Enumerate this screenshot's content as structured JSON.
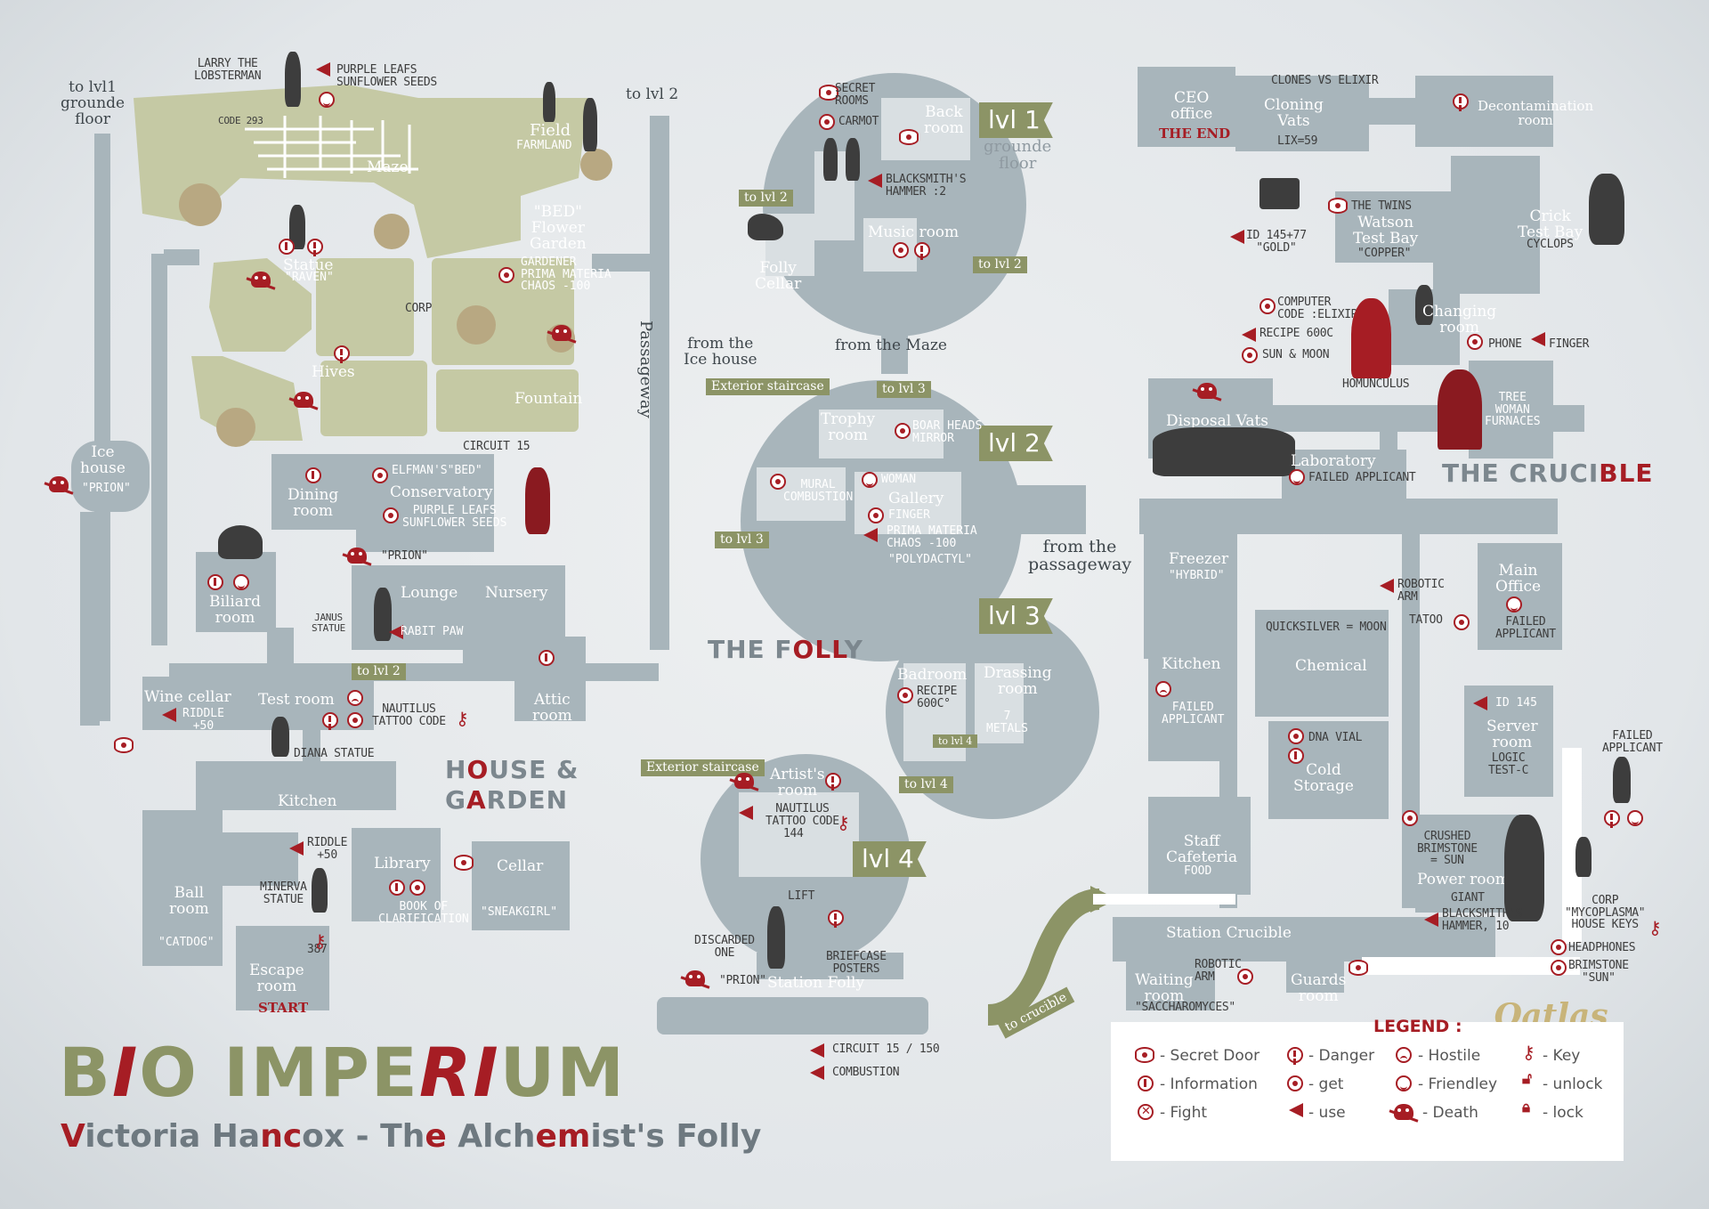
{
  "title": {
    "part1": "B",
    "part2": "I",
    "part3": "O IMPE",
    "part4": "RI",
    "part5": "UM"
  },
  "subtitle": {
    "a": "V",
    "b": "ictoria Ha",
    "c": "nc",
    "d": "ox - Th",
    "e": "e",
    "f": " Alch",
    "g": "em",
    "h": "ist's Folly"
  },
  "logo": "Qatlas",
  "sections": {
    "house": {
      "a": "H",
      "b": "O",
      "c": "USE &",
      "d": "G",
      "e": "A",
      "f": "RDEN"
    },
    "folly": {
      "a": "THE F",
      "b": "OLL",
      "c": "Y"
    },
    "crucible": {
      "a": "TH",
      "b": "E CRUCI",
      "c": "BLE"
    }
  },
  "levels": {
    "l1": "lvl 1",
    "l1sub": "grounde\nfloor",
    "l2": "lvl 2",
    "l3": "lvl 3",
    "l4": "lvl 4"
  },
  "house": {
    "to_lvl1": "to lvl1\ngrounde\nfloor",
    "to_lvl2": "to lvl 2",
    "larry": "LARRY THE\nLOBSTERMAN",
    "larry_items": "PURPLE LEAFS\nSUNFLOWER SEEDS",
    "code": "CODE 293",
    "maze": "Maze",
    "field": "Field",
    "farmland": "FARMLAND",
    "bed": "\"BED\"\nFlower\nGarden",
    "gardener": "GARDENER\nPRIMA MATERIA\nCHAOS -100",
    "statue": "Statue",
    "raven": "\"RAVEN\"",
    "corp": "CORP",
    "hives": "Hives",
    "fountain": "Fountain",
    "passageway": "Passageway",
    "ice_house": "Ice\nhouse",
    "prion": "\"PRION\"",
    "circuit": "CIRCUIT 15",
    "dining": "Dining\nroom",
    "elfman": "ELFMAN'S\"BED\"",
    "conservatory": "Conservatory",
    "conserv_items": "PURPLE LEAFS\nSUNFLOWER SEEDS",
    "prion2": "\"PRION\"",
    "biliard": "Biliard\nroom",
    "lounge": "Lounge",
    "rabit": "RABIT PAW",
    "nursery": "Nursery",
    "janus": "JANUS\nSTATUE",
    "to_lvl2b": "to lvl 2",
    "attic": "Attic\nroom",
    "wine": "Wine cellar",
    "riddle50": "RIDDLE\n+50",
    "test": "Test room",
    "nautilus": "NAUTILUS\nTATTOO CODE",
    "diana": "DIANA STATUE",
    "kitchen": "Kitchen",
    "riddle50b": "RIDDLE\n+50",
    "ball": "Ball\nroom",
    "catdog": "\"CATDOG\"",
    "minerva": "MINERVA\nSTATUE",
    "library": "Library",
    "book": "BOOK OF\nCLARIFICATION",
    "cellar": "Cellar",
    "sneakgirl": "\"SNEAKGIRL\"",
    "num387": "387",
    "escape": "Escape\nroom",
    "start": "START"
  },
  "folly": {
    "secret_rooms": "SECRET\nROOMS",
    "carmot": "CARMOT",
    "back_room": "Back\nroom",
    "blacksmith": "BLACKSMITH'S\nHAMMER :2",
    "to_lvl2": "to lvl 2",
    "music": "Music room",
    "to_lvl2r": "to lvl 2",
    "folly_cellar": "Folly\nCellar",
    "from_ice": "from the\nIce house",
    "from_maze": "from the Maze",
    "ext_stair": "Exterior\nstaircase",
    "to_lvl3": "to lvl 3",
    "trophy": "Trophy\nroom",
    "boar": "BOAR HEADS\nMIRROR",
    "mural": "MURAL\nCOMBUSTION",
    "woman": "WOMAN",
    "gallery": "Gallery",
    "finger": "FINGER",
    "prima": "PRIMA MATERIA\nCHAOS -100",
    "polydactyl": "\"POLYDACTYL\"",
    "to_lvl3b": "to lvl 3",
    "from_pass": "from the\npassageway",
    "badroom": "Badroom",
    "recipe": "RECIPE\n600C°",
    "drassing": "Drassing\nroom",
    "metals": "7\nMETALS",
    "to_lvl4": "to\nlvl 4",
    "to_lvl4b": "to lvl 4",
    "ext_stair2": "Exterior\nstaircase",
    "artist": "Artist's\nroom",
    "nautilus": "NAUTILUS\nTATTOO CODE",
    "n144": "144",
    "lift": "LIFT",
    "discarded": "DISCARDED\nONE",
    "briefcase": "BRIEFCASE\nPOSTERS",
    "prion": "\"PRION\"",
    "station": "Station Folly",
    "circuit": "CIRCUIT 15 / 150",
    "combustion": "COMBUSTION",
    "to_crucible": "to crucible"
  },
  "crucible": {
    "ceo": "CEO\noffice",
    "the_end": "THE END",
    "clones": "CLONES VS ELIXIR",
    "cloning": "Cloning\nVats",
    "lix": "LIX=59",
    "decon": "Decontamination\nroom",
    "id14577": "ID 145+77\n\"GOLD\"",
    "twins": "THE TWINS",
    "watson": "Watson\nTest Bay",
    "copper": "\"COPPER\"",
    "crick": "Crick\nTest Bay",
    "cyclops": "CYCLOPS",
    "computer": "COMPUTER\nCODE :ELIXIR",
    "recipe": "RECIPE 600C",
    "sunmoon": "SUN & MOON",
    "homunculus": "HOMUNCULUS",
    "changing": "Changing\nroom",
    "phone": "PHONE",
    "finger": "FINGER",
    "disposal": "Disposal Vats",
    "tree": "Tree\nWoman\nFurnaces",
    "lab": "Laboratory",
    "failed1": "FAILED APPLICANT",
    "freezer": "Freezer",
    "hybrid": "\"HYBRID\"",
    "robotic": "ROBOTIC\nARM",
    "tatoo": "TATOO",
    "main_office": "Main\nOffice",
    "failed2": "FAILED\nAPPLICANT",
    "quicksilver": "QUICKSILVER = MOON",
    "chemical": "Chemical",
    "kitchen": "Kitchen",
    "failed3": "FAILED\nAPPLICANT",
    "id145": "ID 145",
    "server": "Server\nroom",
    "logic": "LOGIC\nTEST-C",
    "failed4": "FAILED\nAPPLICANT",
    "dna": "DNA VIAL",
    "cold": "Cold\nStorage",
    "staff": "Staff\nCafeteria",
    "food": "FOOD",
    "brimstone": "CRUSHED\nBRIMSTONE\n= SUN",
    "power": "Power room",
    "giant": "GIANT",
    "hammer": "BLACKSMITH'S\nHAMMER, 10",
    "corp": "CORP\n\"MYCOPLASMA\"\nHOUSE KEYS",
    "headphones": "HEADPHONES",
    "brimstone2": "BRIMSTONE\n\"SUN\"",
    "station": "Station Crucible",
    "robotic2": "ROBOTIC\nARM",
    "waiting": "Waiting\nroom",
    "saccharo": "\"SACCHAROMYCES\"",
    "guards": "Guards\nroom"
  },
  "legend": {
    "title": "LEGEND :",
    "secret": "- Secret Door",
    "info": "- Information",
    "fight": "- Fight",
    "danger": "- Danger",
    "get": "- get",
    "use": "- use",
    "hostile": "- Hostile",
    "friendly": "- Friendley",
    "death": "- Death",
    "key": "- Key",
    "unlock": "- unlock",
    "lock": "- lock"
  },
  "colors": {
    "accent": "#a61d24",
    "olive": "#8c9466",
    "room": "#a8b5bb",
    "garden": "#c5c9a4"
  }
}
